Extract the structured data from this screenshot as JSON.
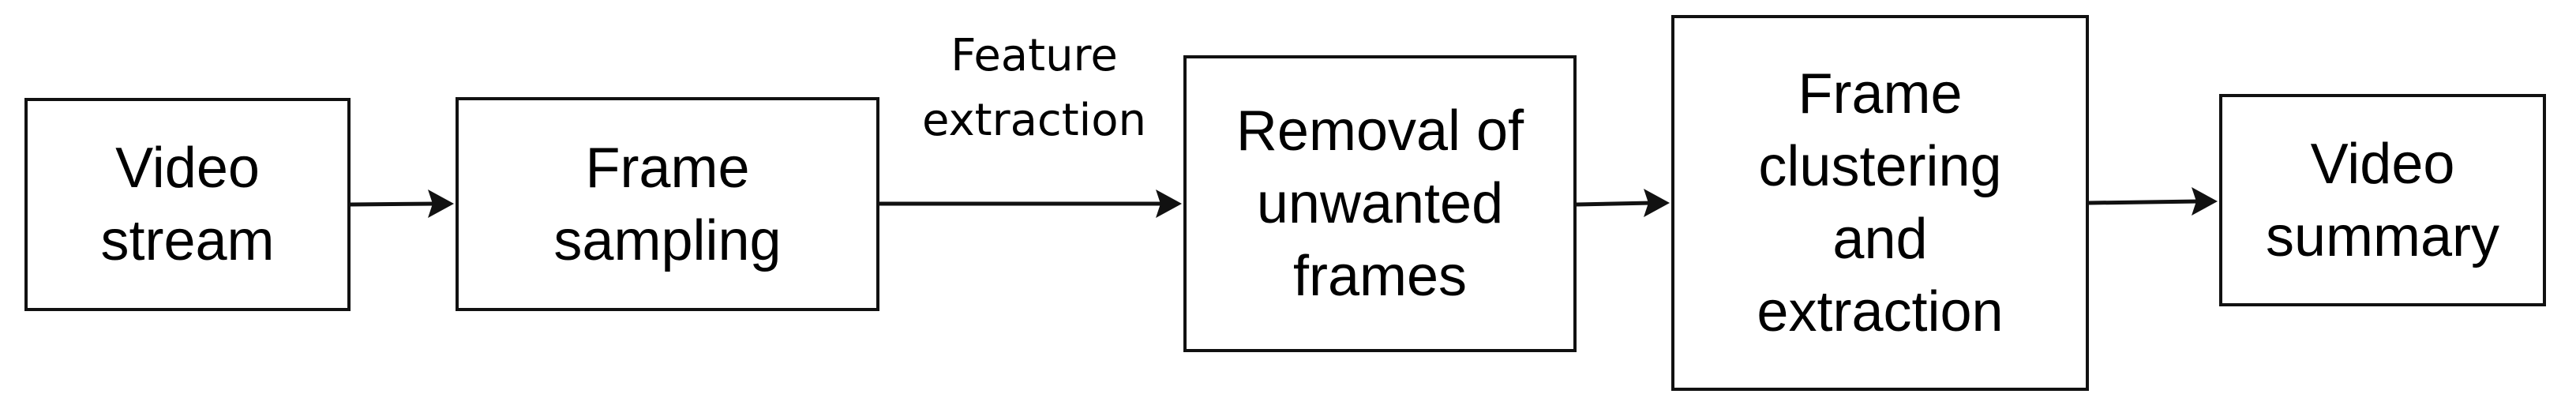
{
  "diagram": {
    "nodes": [
      {
        "id": "video-stream",
        "label": "Video\nstream"
      },
      {
        "id": "frame-sampling",
        "label": "Frame\nsampling"
      },
      {
        "id": "removal",
        "label": "Removal of\nunwanted\nframes"
      },
      {
        "id": "clustering",
        "label": "Frame\nclustering\nand\nextraction"
      },
      {
        "id": "summary",
        "label": "Video\nsummary"
      }
    ],
    "edges": [
      {
        "from": "video-stream",
        "to": "frame-sampling",
        "label": ""
      },
      {
        "from": "frame-sampling",
        "to": "removal",
        "label": "Feature\nextraction"
      },
      {
        "from": "removal",
        "to": "clustering",
        "label": ""
      },
      {
        "from": "clustering",
        "to": "summary",
        "label": ""
      }
    ]
  }
}
